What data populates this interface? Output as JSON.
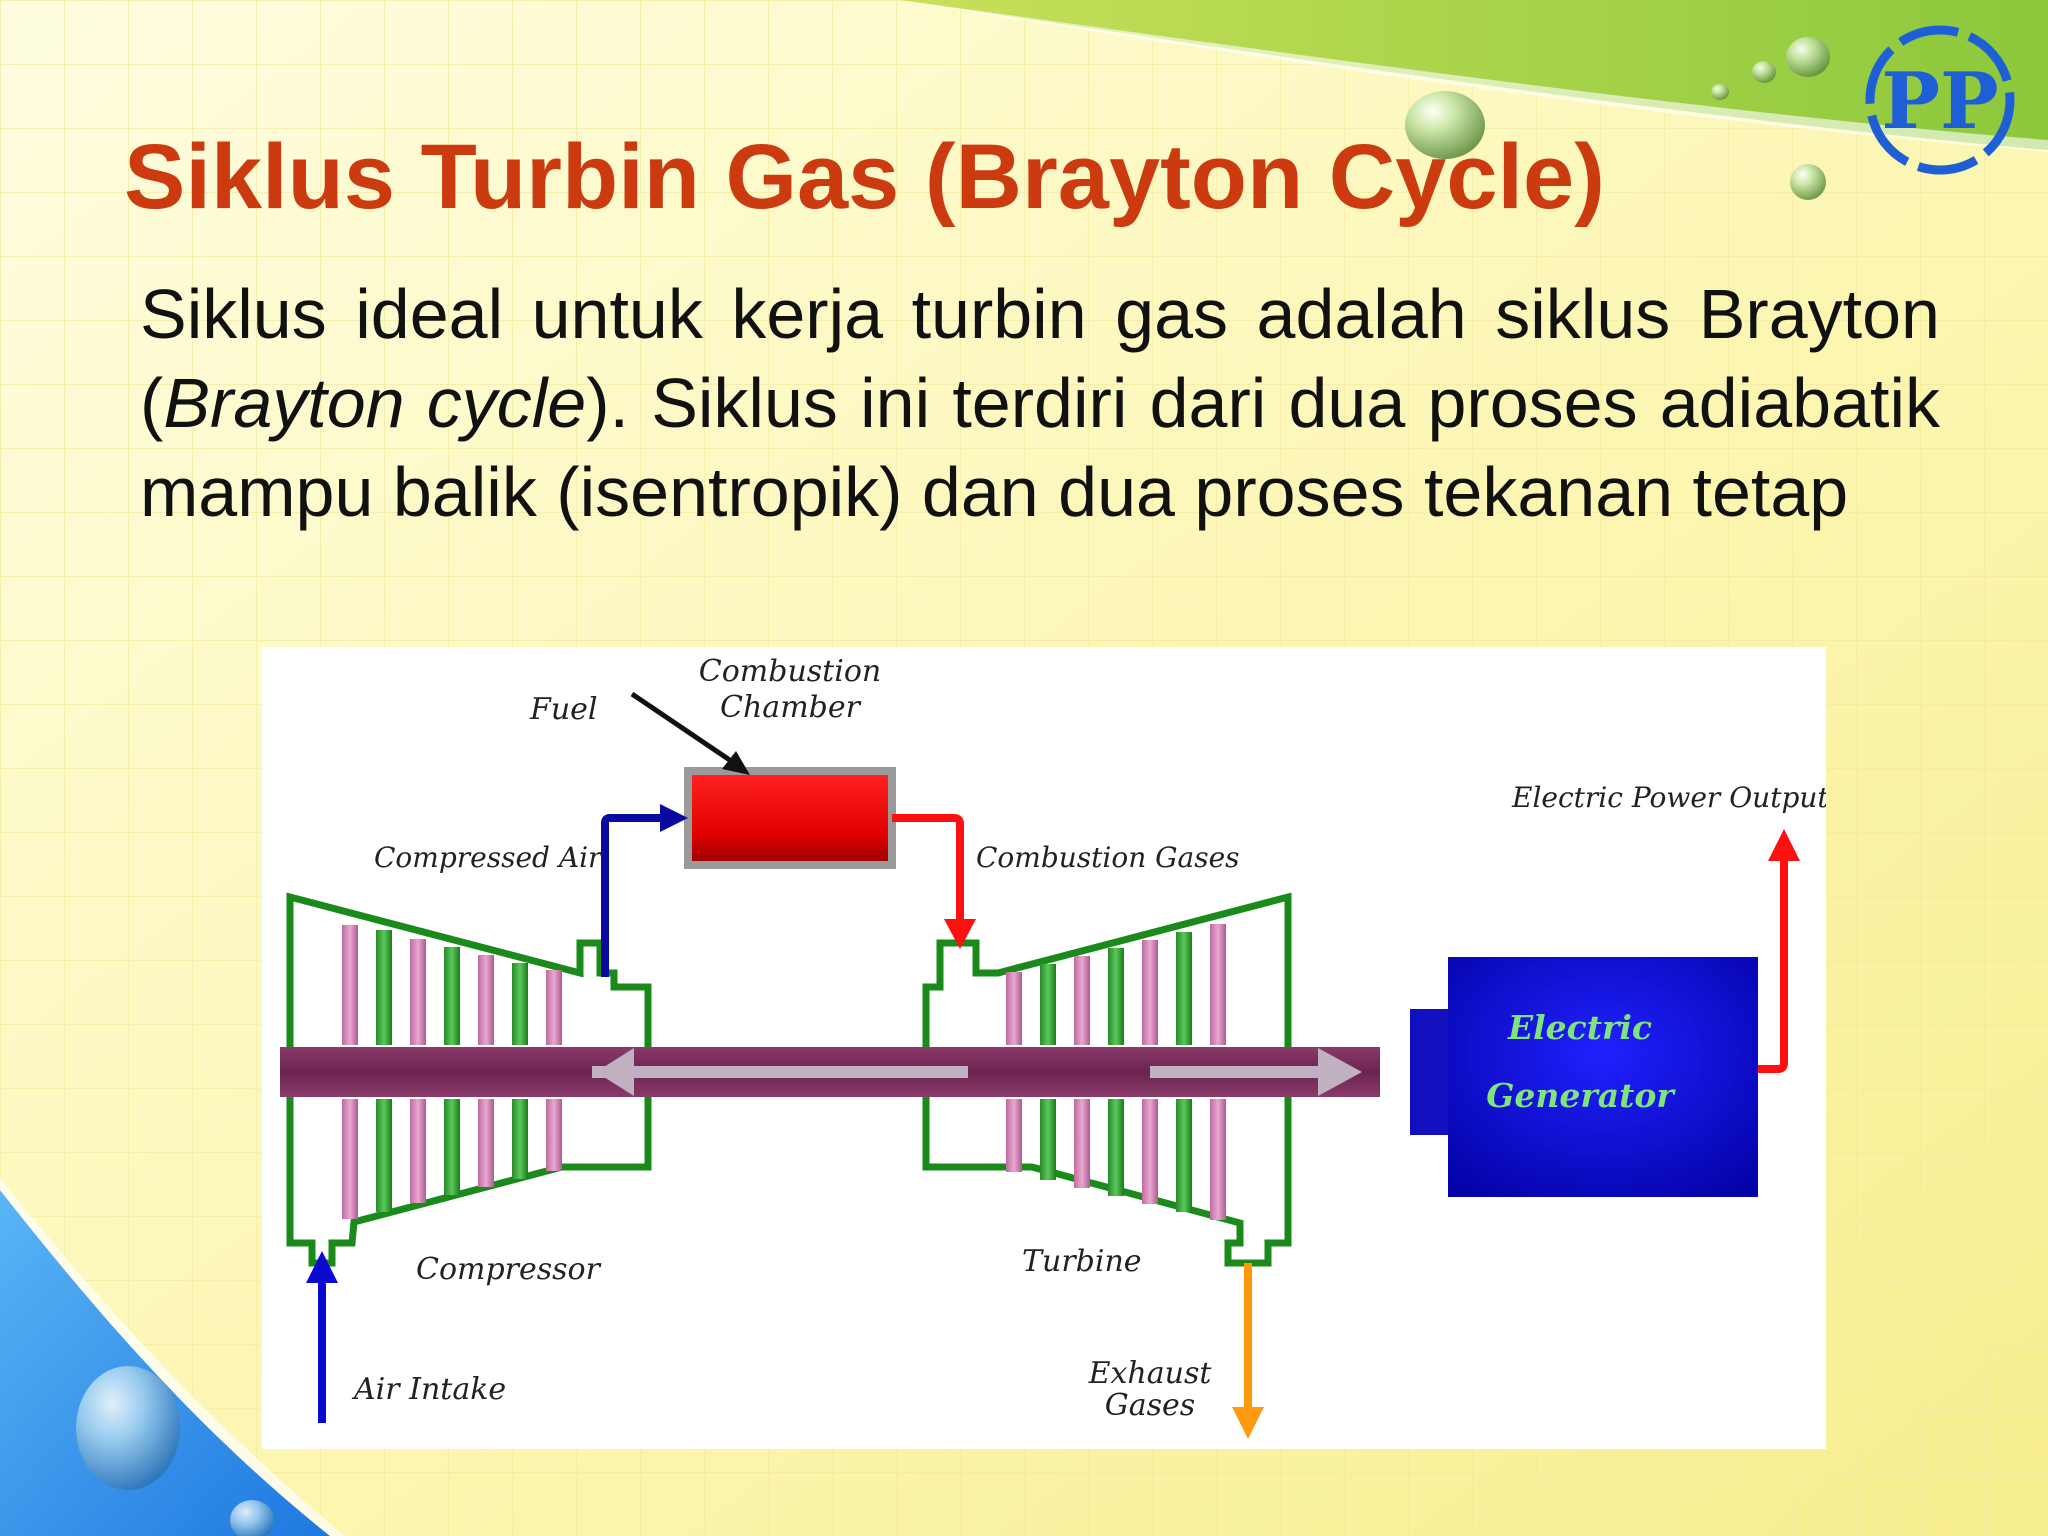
{
  "slide": {
    "title": "Siklus Turbin Gas (Brayton Cycle)",
    "logo_text": "PP",
    "paragraph": {
      "part1": "Siklus ideal untuk kerja turbin gas adalah siklus Brayton (",
      "emphasis": "Brayton cycle",
      "part2": "). Siklus ini terdiri dari dua proses adiabatik mampu balik (isentropik) dan dua proses tekanan tetap"
    }
  },
  "diagram": {
    "labels": {
      "fuel": "Fuel",
      "combustion_chamber_line1": "Combustion",
      "combustion_chamber_line2": "Chamber",
      "compressed_air": "Compressed Air",
      "combustion_gases": "Combustion Gases",
      "electric_power_output": "Electric Power Output",
      "generator_line1": "Electric",
      "generator_line2": "Generator",
      "compressor": "Compressor",
      "turbine": "Turbine",
      "air_intake": "Air Intake",
      "exhaust_line1": "Exhaust",
      "exhaust_line2": "Gases"
    }
  },
  "colors": {
    "title": "#cc3a10",
    "casing": "#1a8a1a",
    "shaft": "#7a2e5a",
    "combustion_chamber": "#e00000",
    "generator": "#0000b0",
    "air_flow": "#0a0ad0",
    "hot_gas": "#ff1010",
    "exhaust": "#ff9a10"
  },
  "icons": [
    "pp-logo-icon",
    "water-droplet-icon"
  ]
}
